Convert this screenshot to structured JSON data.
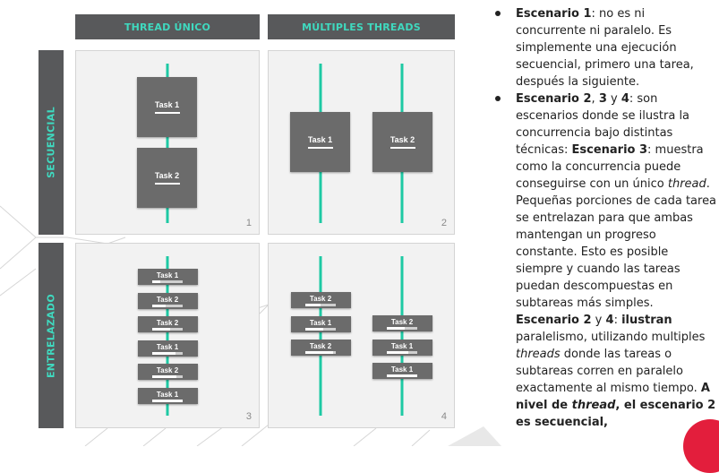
{
  "headers": {
    "col1": "THREAD ÚNICO",
    "col2": "MÚLTIPLES THREADS"
  },
  "rows": {
    "row1": "SECUENCIAL",
    "row2": "ENTRELAZADO"
  },
  "panels": [
    {
      "num": "1",
      "tasks": [
        "Task 1",
        "Task 2"
      ]
    },
    {
      "num": "2",
      "tasks": [
        "Task 1",
        "Task 2"
      ]
    },
    {
      "num": "3",
      "tasks": [
        "Task 1",
        "Task 2",
        "Task 2",
        "Task 1",
        "Task 2",
        "Task 1"
      ],
      "progress": [
        0.25,
        0.45,
        0.6,
        0.75,
        0.8,
        1.0
      ]
    },
    {
      "num": "4",
      "left_tasks": [
        "Task 2",
        "Task 1",
        "Task 2"
      ],
      "left_progress": [
        0.5,
        0.6,
        0.9
      ],
      "right_tasks": [
        "Task 2",
        "Task 1",
        "Task 1"
      ],
      "right_progress": [
        0.6,
        0.7,
        1.0
      ]
    }
  ],
  "notes": [
    {
      "parts": [
        {
          "t": "Escenario 1",
          "b": true
        },
        {
          "t": ": no es ni concurrente ni paralelo. Es simplemente una ejecución secuencial, primero una tarea, después la siguiente."
        }
      ]
    },
    {
      "parts": [
        {
          "t": "Escenario 2",
          "b": true
        },
        {
          "t": ", "
        },
        {
          "t": "3",
          "b": true
        },
        {
          "t": " y "
        },
        {
          "t": "4",
          "b": true
        },
        {
          "t": ": son escenarios donde se ilustra la concurrencia bajo distintas técnicas: "
        },
        {
          "t": "Escenario 3",
          "b": true
        },
        {
          "t": ": muestra como la concurrencia puede conseguirse con un único "
        },
        {
          "t": "thread",
          "i": true
        },
        {
          "t": ". Pequeñas porciones de cada tarea se entrelazan para que ambas mantengan un progreso constante. Esto es posible siempre y cuando las tareas puedan descompuestas en subtareas más simples. "
        },
        {
          "t": "Escenario 2",
          "b": true
        },
        {
          "t": " y "
        },
        {
          "t": "4",
          "b": true
        },
        {
          "t": ": "
        },
        {
          "t": "ilustran",
          "b": true
        },
        {
          "t": " paralelismo, utilizando multiples "
        },
        {
          "t": "threads",
          "i": true
        },
        {
          "t": " donde las tareas o subtareas corren en paralelo exactamente al mismo tiempo. "
        },
        {
          "t": "A nivel de ",
          "b": true
        },
        {
          "t": "thread",
          "b": true,
          "i": true
        },
        {
          "t": ", el escenario 2 es secuencial,",
          "b": true
        }
      ]
    }
  ]
}
